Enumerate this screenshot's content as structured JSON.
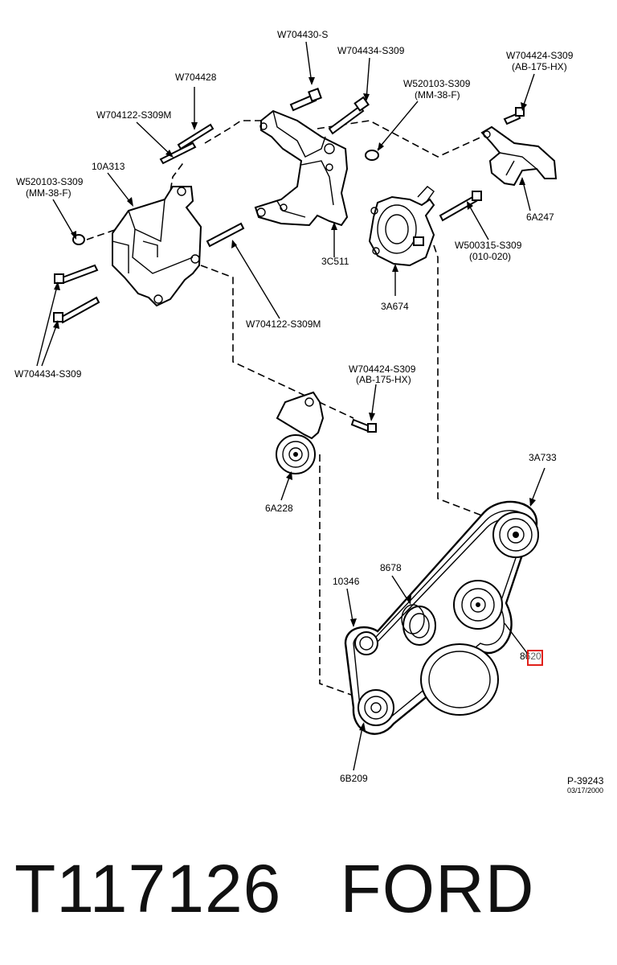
{
  "callouts": {
    "w704430_s": "W704430-S",
    "w704434_s309_top": "W704434-S309",
    "w704424_s309_top": "W704424-S309",
    "w704424_s309_top_spec": "(AB-175-HX)",
    "w704428": "W704428",
    "w520103_s309_mid": "W520103-S309",
    "w520103_s309_mid_spec": "(MM-38-F)",
    "w704122_s309m_top": "W704122-S309M",
    "10a313": "10A313",
    "w520103_s309_left": "W520103-S309",
    "w520103_s309_left_spec": "(MM-38-F)",
    "6a247": "6A247",
    "w500315_s309": "W500315-S309",
    "w500315_s309_spec": "(010-020)",
    "3c511": "3C511",
    "3a674": "3A674",
    "w704122_s309m_bottom": "W704122-S309M",
    "w704434_s309_left": "W704434-S309",
    "w704424_s309_mid": "W704424-S309",
    "w704424_s309_mid_spec": "(AB-175-HX)",
    "3a733": "3A733",
    "6a228": "6A228",
    "8678": "8678",
    "10346": "10346",
    "8620": "8620",
    "6b209": "6B209"
  },
  "reference": {
    "code": "P-39243",
    "date": "03/17/2000"
  },
  "footer": {
    "text": "T117126   FORD"
  },
  "highlight": {
    "color": "#e0201a",
    "target": "8620"
  }
}
